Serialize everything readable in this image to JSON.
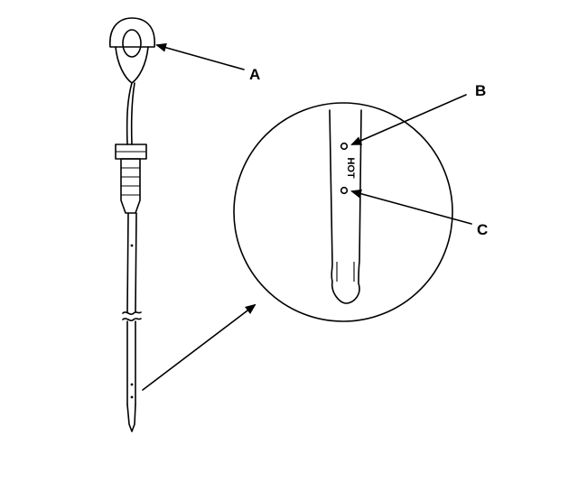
{
  "callouts": {
    "a": "A",
    "b": "B",
    "c": "C"
  },
  "dipstick_markings": {
    "text": "HOT"
  }
}
